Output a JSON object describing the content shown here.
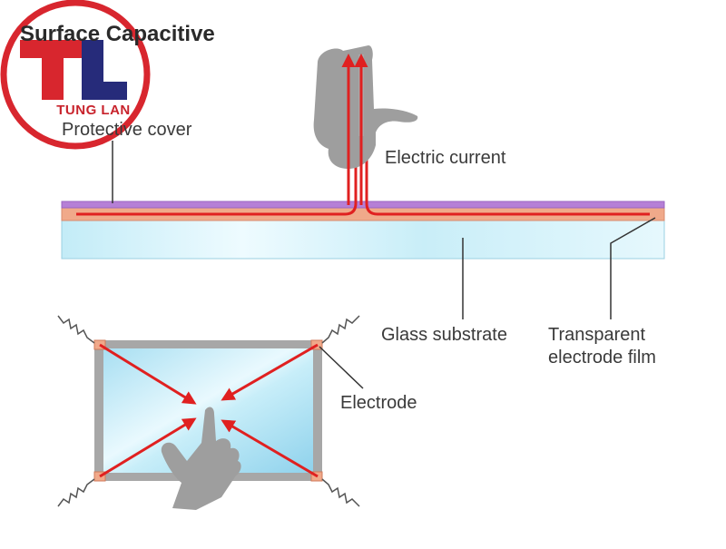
{
  "title": "Surface Capacitive",
  "logo": {
    "text": "TUNG LAN"
  },
  "labels": {
    "protective_cover": "Protective cover",
    "electric_current": "Electric current",
    "glass_substrate": "Glass substrate",
    "transparent_film_line1": "Transparent",
    "transparent_film_line2": "electrode film",
    "electrode": "Electrode"
  },
  "colors": {
    "protective_cover": "#b57fd6",
    "electrode_film": "#f0a98a",
    "glass": "#cdeef8",
    "current": "#e02020",
    "frame": "#a7a7a7",
    "logo_red": "#d8262e",
    "logo_navy": "#262b7a",
    "hand": "#9e9e9e"
  },
  "icons": [
    "hand-touch-icon",
    "finger-pointing-icon",
    "spring-resistor-icon"
  ]
}
